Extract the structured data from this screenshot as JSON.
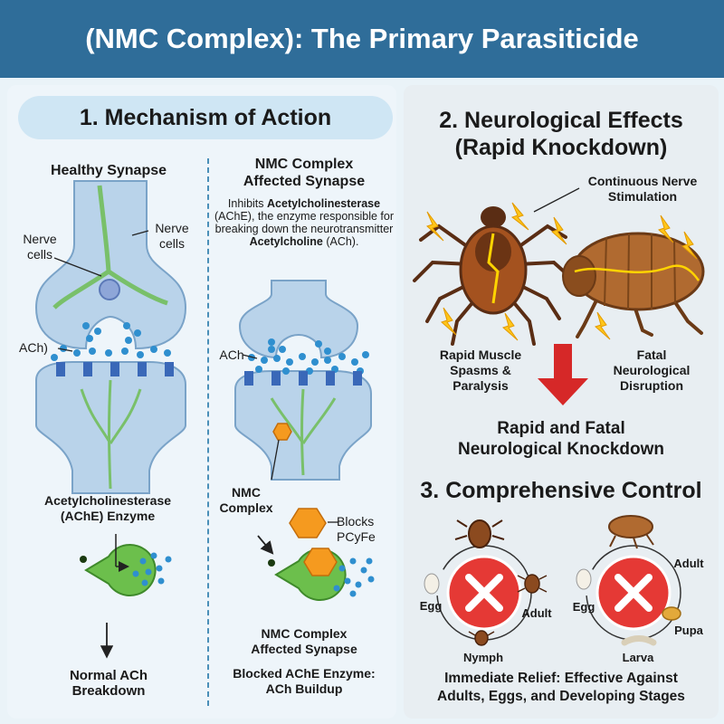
{
  "header": {
    "title": "(NMC Complex): The Primary Parasiticide"
  },
  "section1": {
    "heading": "1. Mechanism of Action",
    "healthy": {
      "title": "Healthy Synapse",
      "nerve_left": [
        "Nerve",
        "cells"
      ],
      "nerve_right": [
        "Nerve",
        "cells"
      ],
      "ach": "ACh)",
      "enzyme": [
        "Acetylcholinesterase",
        "(AChE) Enzyme"
      ],
      "outcome": [
        "Normal ACh",
        "Breakdown"
      ]
    },
    "affected": {
      "title": [
        "NMC Complex",
        "Affected Synapse"
      ],
      "desc_prefix": "Inhibits ",
      "desc_bold1": "Acetylcholinesterase",
      "desc_mid": " (AChE), the enzyme responsible for breaking down the neurotransmitter ",
      "desc_bold2": "Acetylcholine",
      "desc_suffix": " (ACh).",
      "ach": "ACh",
      "nmc": [
        "NMC",
        "Complex"
      ],
      "blocks": [
        "Blocks",
        "PCyFe"
      ],
      "bottom_title": [
        "NMC Complex",
        "Affected Synapse"
      ],
      "outcome": [
        "Blocked AChE Enzyme:",
        "ACh Buildup"
      ]
    }
  },
  "section2": {
    "heading": [
      "2. Neurological Effects",
      "(Rapid Knockdown)"
    ],
    "stimulation": [
      "Continuous Nerve",
      "Stimulation"
    ],
    "spasms": [
      "Rapid Muscle",
      "Spasms &",
      "Paralysis"
    ],
    "fatal": [
      "Fatal",
      "Neurological",
      "Disruption"
    ],
    "result": [
      "Rapid and Fatal",
      "Neurological Knockdown"
    ]
  },
  "section3": {
    "heading": "3. Comprehensive Control",
    "tick_cycle": {
      "egg": "Egg",
      "adult": "Adult",
      "nymph": "Nymph"
    },
    "flea_cycle": {
      "egg": "Egg",
      "adult": "Adult",
      "pupa": "Pupa",
      "larva": "Larva"
    },
    "footer": [
      "Immediate Relief: Effective Against",
      "Adults, Eggs, and Developing Stages"
    ]
  },
  "colors": {
    "header": "#2f6d99",
    "red_x": "#e53935",
    "synapse": "#b9d3ea",
    "enzyme": "#6cbf4c",
    "nmc": "#f59a1f",
    "arrow_red": "#d62828"
  }
}
